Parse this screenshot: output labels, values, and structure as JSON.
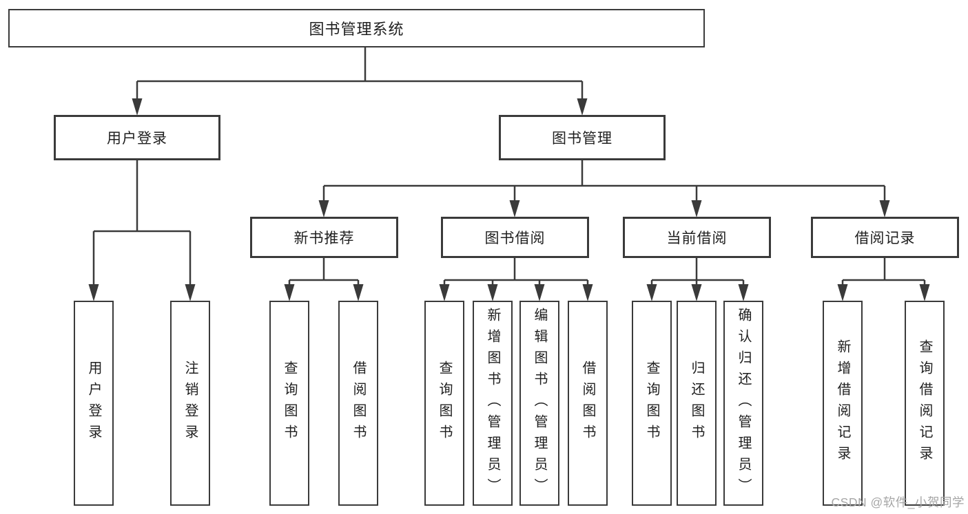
{
  "tree": {
    "label": "图书管理系统",
    "children": [
      {
        "label": "用户登录",
        "children": [
          {
            "label": "用户登录"
          },
          {
            "label": "注销登录"
          }
        ]
      },
      {
        "label": "图书管理",
        "children": [
          {
            "label": "新书推荐",
            "children": [
              {
                "label": "查询图书"
              },
              {
                "label": "借阅图书"
              }
            ]
          },
          {
            "label": "图书借阅",
            "children": [
              {
                "label": "查询图书"
              },
              {
                "label": "新增图书（管理员）"
              },
              {
                "label": "编辑图书（管理员）"
              },
              {
                "label": "借阅图书"
              }
            ]
          },
          {
            "label": "当前借阅",
            "children": [
              {
                "label": "查询图书"
              },
              {
                "label": "归还图书"
              },
              {
                "label": "确认归还（管理员）"
              }
            ]
          },
          {
            "label": "借阅记录",
            "children": [
              {
                "label": "新增借阅记录"
              },
              {
                "label": "查询借阅记录"
              }
            ]
          }
        ]
      }
    ]
  },
  "watermark": {
    "text": "CSDN @软件_小贺同学"
  },
  "colors": {
    "line": "#3a3a3a",
    "text": "#1f1f1f",
    "watermark": "#a6a6a6",
    "background": "#ffffff"
  }
}
